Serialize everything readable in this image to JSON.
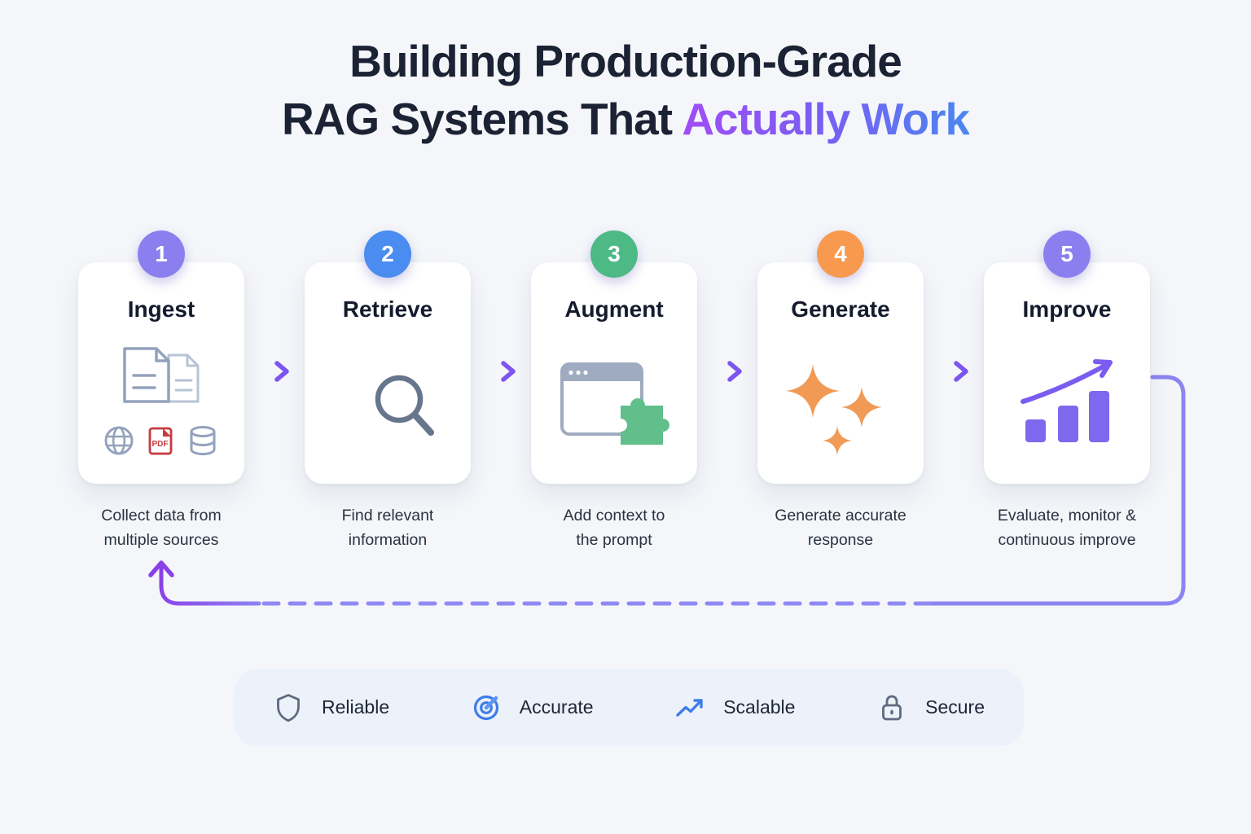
{
  "title": {
    "line1": "Building Production-Grade",
    "line2_prefix": "RAG Systems That ",
    "line2_highlight": "Actually Work"
  },
  "steps": [
    {
      "number": "1",
      "name": "Ingest",
      "description": "Collect data from\nmultiple sources",
      "badge_color": "#8b7ff0",
      "icon": "documents-sources-icon",
      "pdf_label": "PDF"
    },
    {
      "number": "2",
      "name": "Retrieve",
      "description": "Find relevant\ninformation",
      "badge_color": "#4a8cf0",
      "icon": "search-results-icon"
    },
    {
      "number": "3",
      "name": "Augment",
      "description": "Add context to\nthe prompt",
      "badge_color": "#4db985",
      "icon": "browser-puzzle-icon"
    },
    {
      "number": "4",
      "name": "Generate",
      "description": "Generate accurate\nresponse",
      "badge_color": "#f79a4f",
      "icon": "sparkles-icon"
    },
    {
      "number": "5",
      "name": "Improve",
      "description": "Evaluate, monitor &\ncontinuous improve",
      "badge_color": "#8b7ff0",
      "icon": "growth-chart-icon"
    }
  ],
  "features": [
    {
      "label": "Reliable",
      "icon": "shield-icon"
    },
    {
      "label": "Accurate",
      "icon": "target-icon"
    },
    {
      "label": "Scalable",
      "icon": "trending-up-icon"
    },
    {
      "label": "Secure",
      "icon": "lock-icon"
    }
  ],
  "colors": {
    "background": "#f4f6fa",
    "card": "#ffffff",
    "title_text": "#1b2233",
    "highlight_gradient_start": "#a04df4",
    "highlight_gradient_end": "#4b86f0",
    "flow_arrow": "#7d55f0",
    "loop_line": "#8c85f0",
    "loop_arrow": "#8a3fe8",
    "features_bar": "#edf1f9",
    "feature_gray_icon": "#5d6b80",
    "feature_blue_icon": "#3e7de9"
  }
}
